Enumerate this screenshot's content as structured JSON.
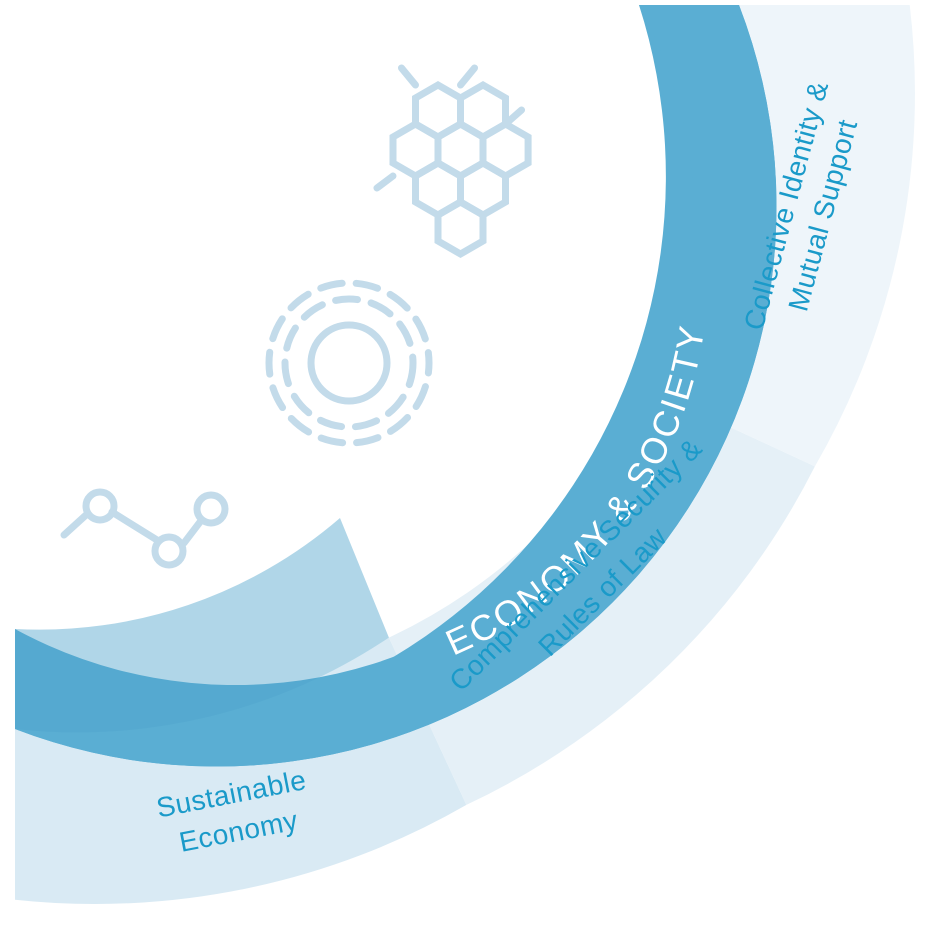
{
  "diagram": {
    "ring_label": "ECONOMY & SOCIETY",
    "segments": [
      {
        "lines": [
          "Sustainable",
          "Economy"
        ]
      },
      {
        "lines": [
          "Comprehensive Security &",
          "Rules of Law"
        ]
      },
      {
        "lines": [
          "Collective Identity &",
          "Mutual Support"
        ]
      }
    ],
    "colors": {
      "ring": "#5aaed3",
      "segment_1": "#d9eaf4",
      "segment_2": "#e5f0f7",
      "segment_3": "#eef5fa",
      "label_text": "#1a9ac9",
      "decoration": "#c3dbea"
    },
    "icons": [
      "hexagon-grid-icon",
      "concentric-circle-icon",
      "connected-nodes-icon"
    ]
  }
}
